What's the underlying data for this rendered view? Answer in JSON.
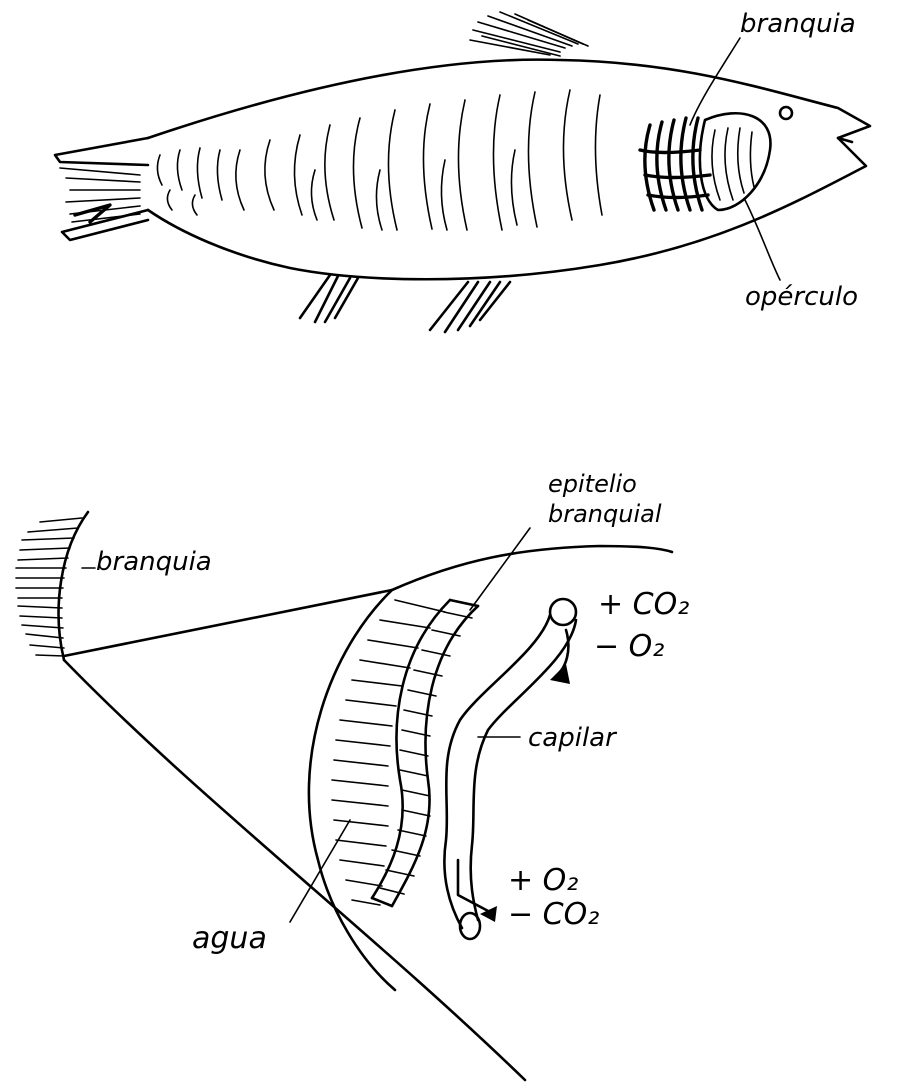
{
  "fish_figure": {
    "label_gill": "branquia",
    "label_operculum": "opérculo"
  },
  "gill_figure": {
    "label_gill": "branquia",
    "label_epithelium_line1": "epitelio",
    "label_epithelium_line2": "branquial",
    "label_capillary": "capilar",
    "label_water": "agua",
    "exchange_top_line1": "+ CO₂",
    "exchange_top_line2": "− O₂",
    "exchange_bottom_line1": "+ O₂",
    "exchange_bottom_line2": "− CO₂"
  }
}
